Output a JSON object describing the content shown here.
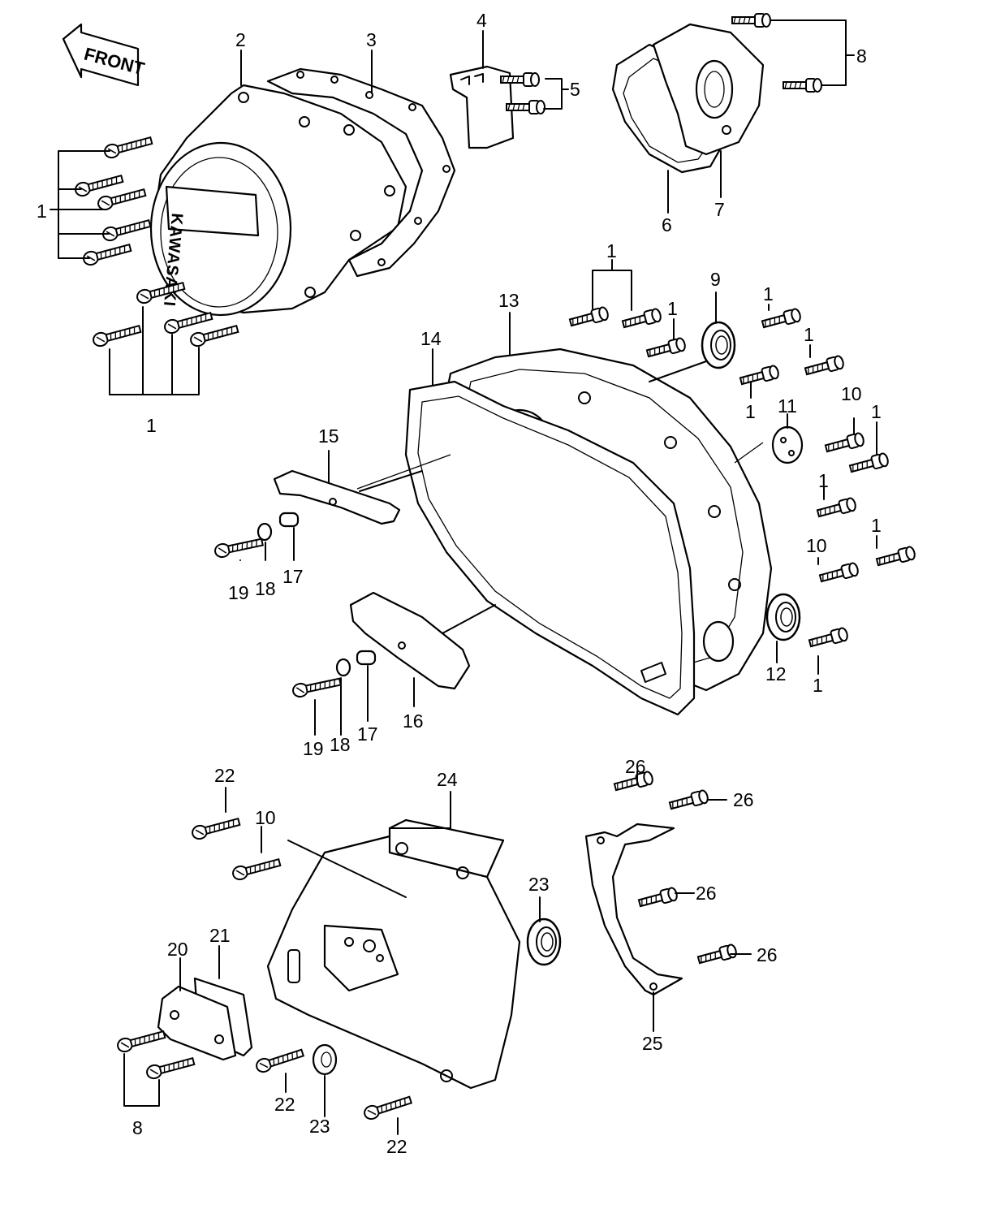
{
  "front_arrow": {
    "label": "FRONT"
  },
  "brand_label": "KAWASAKI",
  "callouts": {
    "c1_left": "1",
    "c2": "2",
    "c3": "3",
    "c4": "4",
    "c5": "5",
    "c6": "6",
    "c7": "7",
    "c8_top": "8",
    "c1_lower_left": "1",
    "c1_top_pair": "1",
    "c13": "13",
    "c9": "9",
    "c1_a": "1",
    "c1_b": "1",
    "c1_c": "1",
    "c1_d": "1",
    "c14": "14",
    "c11": "11",
    "c10_a": "10",
    "c1_e": "1",
    "c15": "15",
    "c1_f": "1",
    "c10_b": "10",
    "c1_g": "1",
    "c19_a": "19",
    "c18_a": "18",
    "c17_a": "17",
    "c12": "12",
    "c1_h": "1",
    "c16": "16",
    "c19_b": "19",
    "c18_b": "18",
    "c17_b": "17",
    "c22_a": "22",
    "c10_c": "10",
    "c24": "24",
    "c26_a": "26",
    "c26_b": "26",
    "c23_a": "23",
    "c26_c": "26",
    "c20": "20",
    "c21": "21",
    "c26_d": "26",
    "c25": "25",
    "c22_b": "22",
    "c23_b": "23",
    "c8_bottom": "8",
    "c22_c": "22"
  }
}
